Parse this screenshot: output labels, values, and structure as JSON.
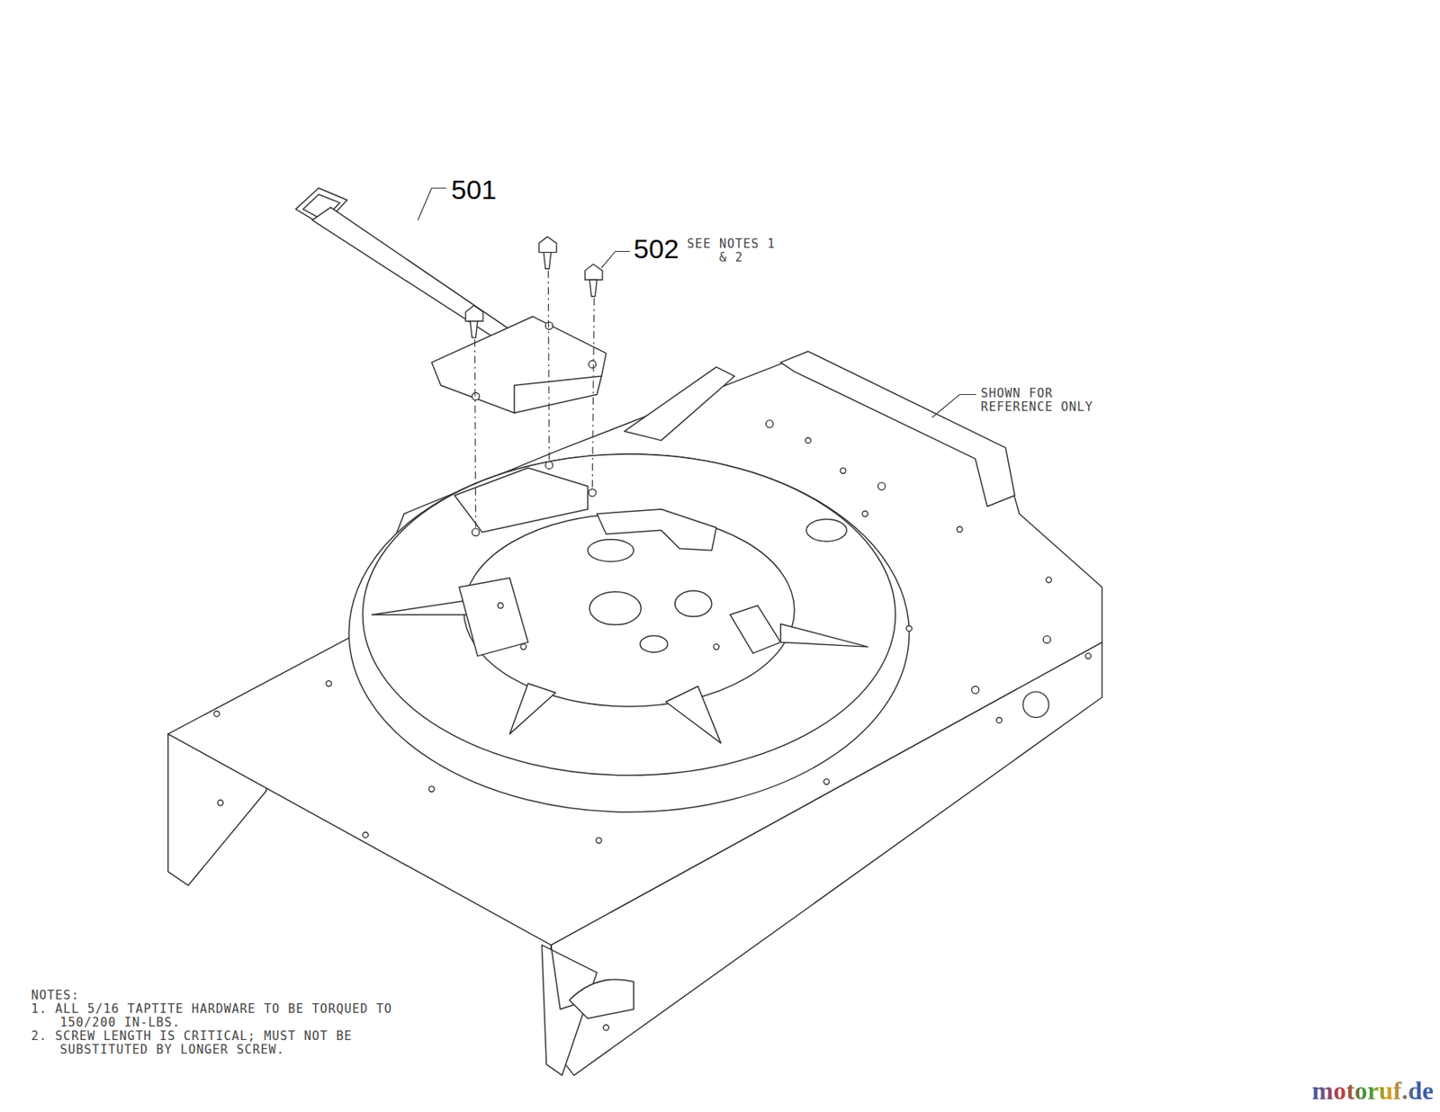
{
  "diagram": {
    "labels": [
      "501",
      "502",
      "SEE NOTES 1 & 2",
      "SHOWN FOR REFERENCE ONLY",
      "NOTES:",
      "1. ALL 5/16 TAPTITE HARDWARE TO BE TORQUED TO 150/200 IN-LBS.",
      "2. SCREW LENGTH IS CRITICAL; MUST NOT BE SUBSTITUTED BY LONGER SCREW.",
      "motoruf.de"
    ]
  }
}
